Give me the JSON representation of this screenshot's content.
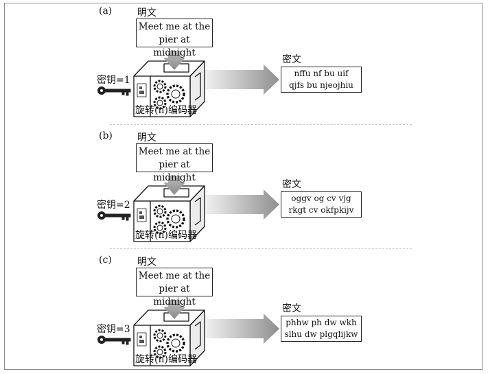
{
  "panels": [
    {
      "label": "(a)",
      "plaintext_title": "明文",
      "plaintext_lines": [
        "Meet me at the",
        "pier at midnight"
      ],
      "ciphertext_title": "密文",
      "ciphertext_lines": [
        "nffu nf bu uif",
        "qjfs bu njeojhiu"
      ],
      "key_label": "密钥=1",
      "machine_label": "旋转(n)编码器"
    },
    {
      "label": "(b)",
      "plaintext_title": "明文",
      "plaintext_lines": [
        "Meet me at the",
        "pier at midnight"
      ],
      "ciphertext_title": "密文",
      "ciphertext_lines": [
        "oggv og cv vjg",
        "rkgt cv okfpkijv"
      ],
      "key_label": "密钥=2",
      "machine_label": "旋转(n)编码器"
    },
    {
      "label": "(c)",
      "plaintext_title": "明文",
      "plaintext_lines": [
        "Meet me at the",
        "pier at midnight"
      ],
      "ciphertext_title": "密文",
      "ciphertext_lines": [
        "phhw ph dw wkh",
        "slhu dw plgqlijkw"
      ],
      "key_label": "密钥=3",
      "machine_label": "旋转(n)编码器"
    }
  ]
}
